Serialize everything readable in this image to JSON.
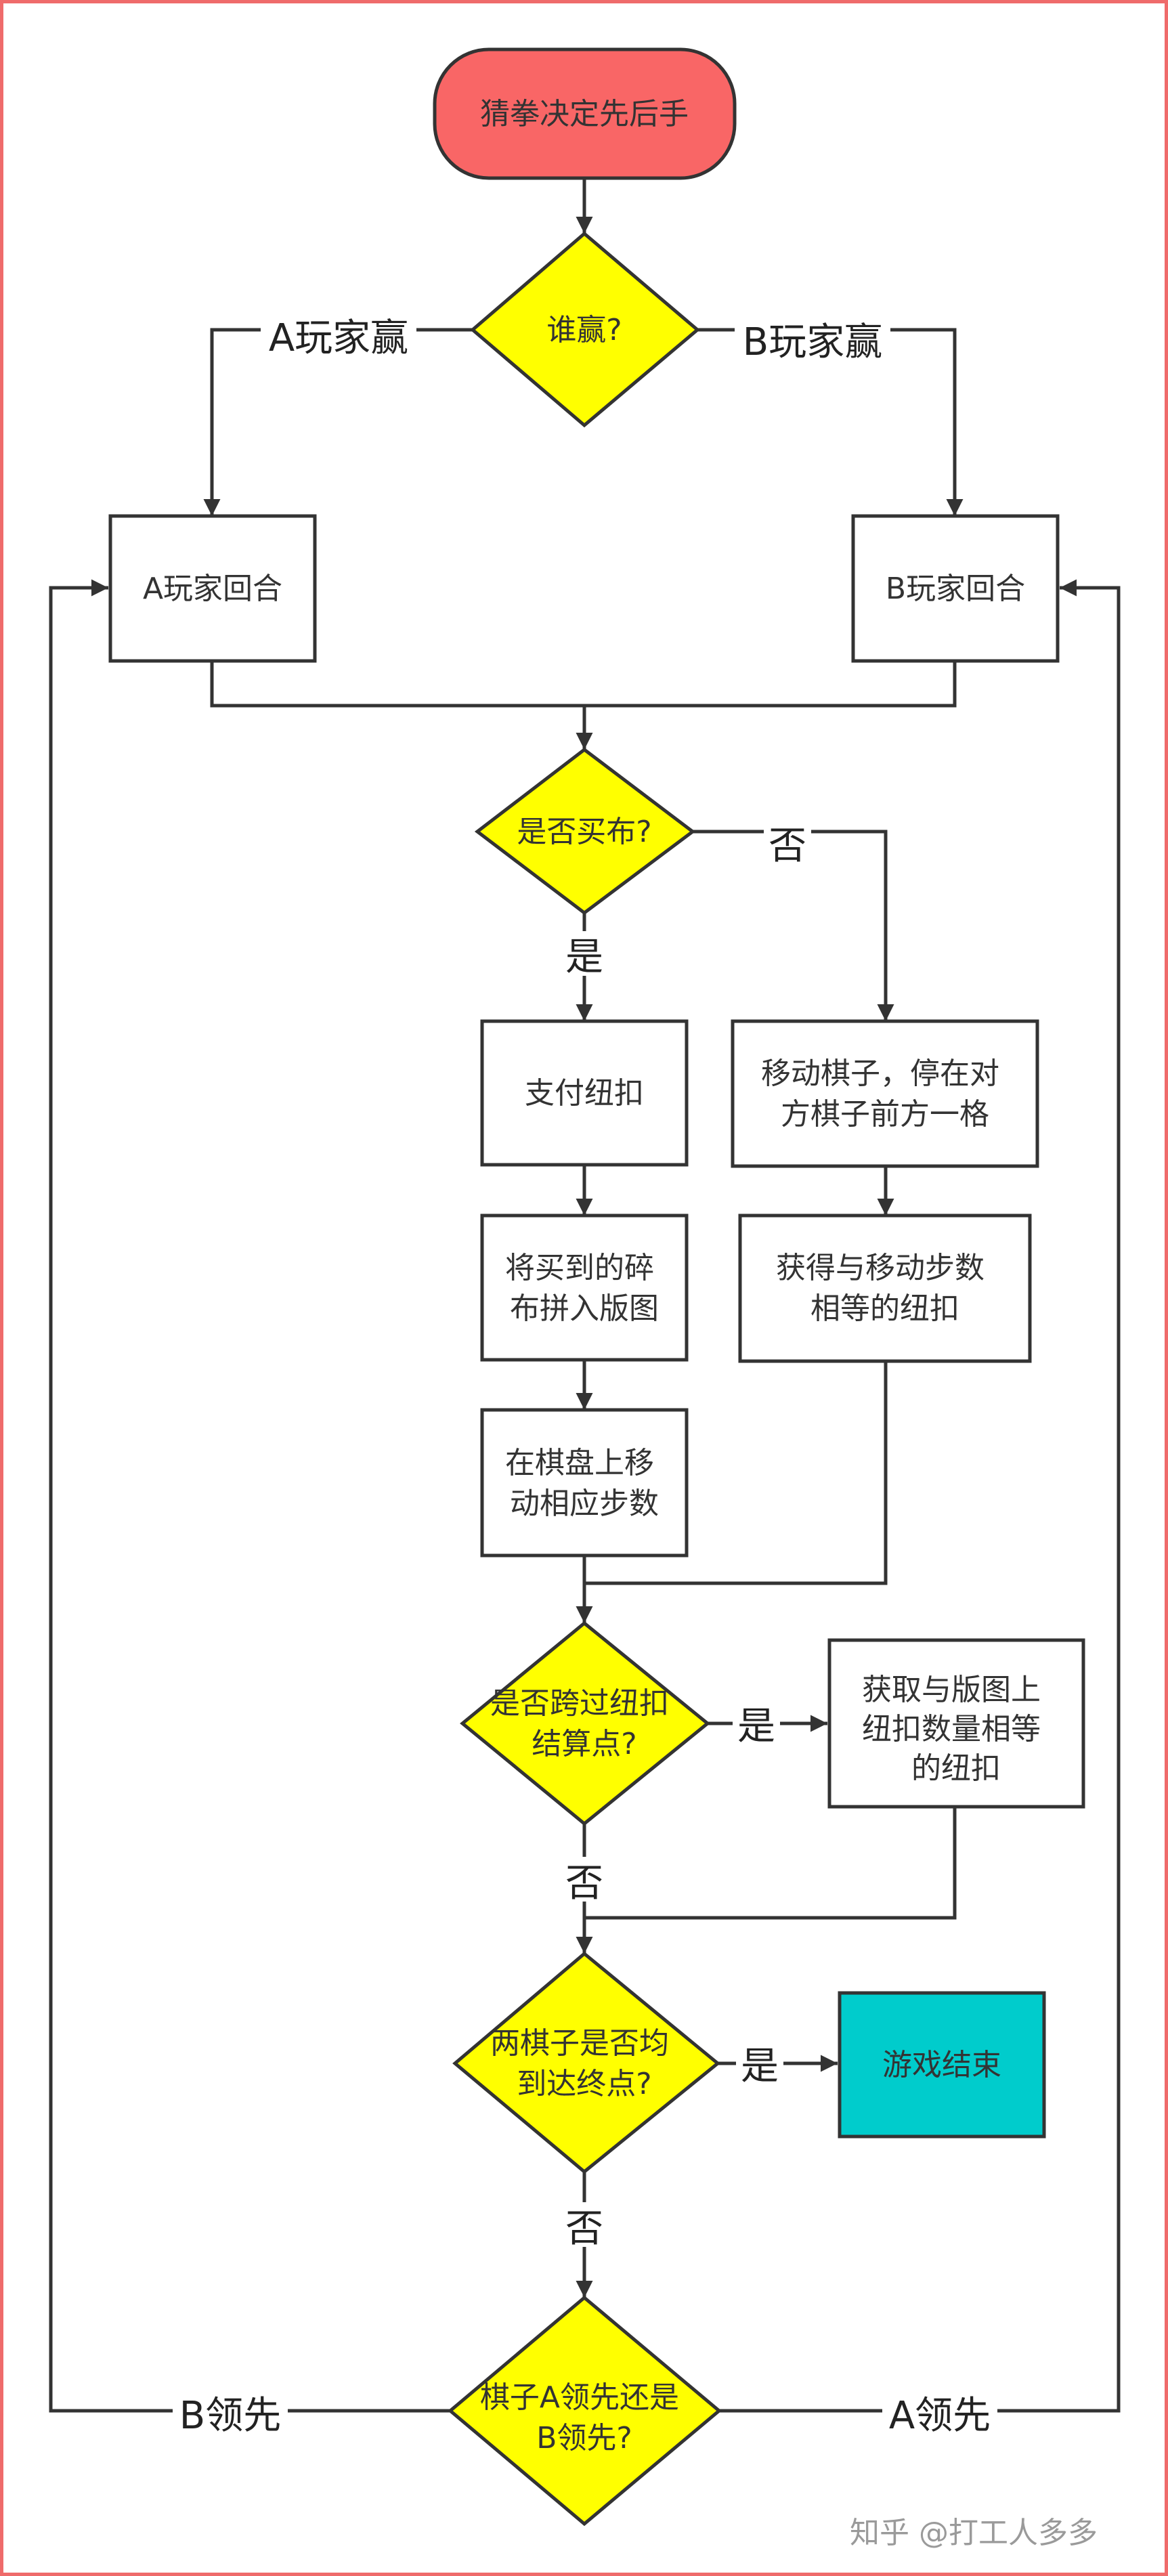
{
  "colors": {
    "terminal_fill": "#f96666",
    "decision_fill": "#ffff00",
    "end_fill": "#00cccc",
    "stroke": "#333333",
    "frame": "#ef6b6b"
  },
  "nodes": {
    "start": [
      "猜拳决定先后手"
    ],
    "who_wins": [
      "谁赢?"
    ],
    "a_turn": [
      "A玩家回合"
    ],
    "b_turn": [
      "B玩家回合"
    ],
    "buy_cloth": [
      "是否买布?"
    ],
    "pay_buttons": [
      "支付纽扣"
    ],
    "move_piece": [
      "移动棋子，停在对",
      "方棋子前方一格"
    ],
    "piece_cloth": [
      "将买到的碎",
      "布拼入版图"
    ],
    "get_buttons_steps": [
      "获得与移动步数",
      "相等的纽扣"
    ],
    "move_steps": [
      "在棋盘上移",
      "动相应步数"
    ],
    "cross_checkpoint": [
      "是否跨过纽扣",
      "结算点?"
    ],
    "get_buttons_board": [
      "获取与版图上",
      "纽扣数量相等",
      "的纽扣"
    ],
    "both_finished": [
      "两棋子是否均",
      "到达终点?"
    ],
    "game_over": [
      "游戏结束"
    ],
    "who_leads": [
      "棋子A领先还是",
      "B领先?"
    ]
  },
  "edge_labels": {
    "a_wins": "A玩家赢",
    "b_wins": "B玩家赢",
    "buy_no": "否",
    "buy_yes": "是",
    "cross_yes": "是",
    "cross_no": "否",
    "finished_yes": "是",
    "finished_no": "否",
    "b_leads": "B领先",
    "a_leads": "A领先"
  },
  "watermark": "知乎 @打工人多多"
}
